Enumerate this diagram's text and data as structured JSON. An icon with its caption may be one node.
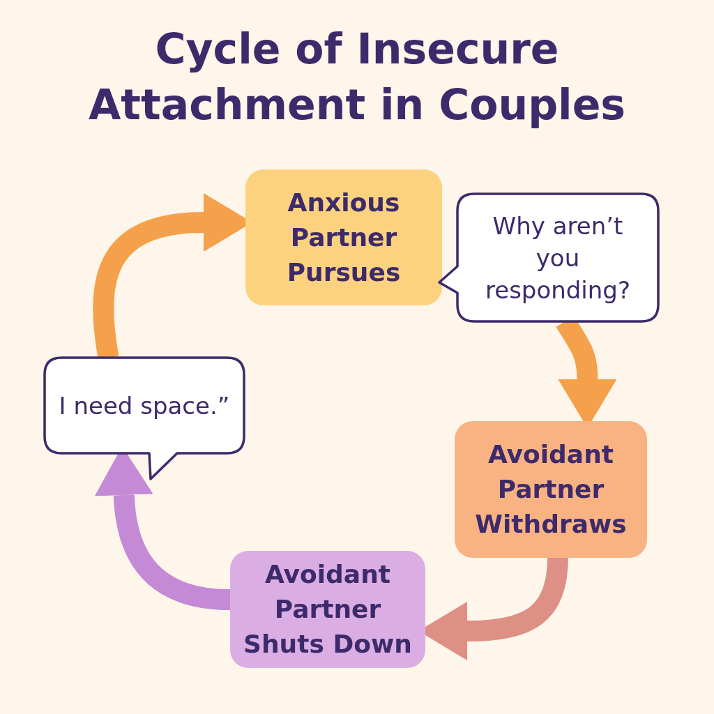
{
  "diagram": {
    "title": "Cycle of Insecure Attachment in Couples",
    "nodes": [
      {
        "text": [
          "Anxious Partner Pursues"
        ]
      },
      {
        "text": [
          "Why aren’t you responding?"
        ]
      },
      {
        "text": [
          "Avoidant Partner Withdraws"
        ]
      },
      {
        "text": [
          "Avoidant Partner Shuts Down"
        ]
      },
      {
        "text": [
          "I need space.”"
        ]
      }
    ],
    "edges": [
      {
        "from": 4,
        "to": 0,
        "arrow": "to",
        "color": "#f5a04a"
      },
      {
        "from": 1,
        "to": 2,
        "arrow": "to",
        "color": "#f5a04a"
      },
      {
        "from": 2,
        "to": 3,
        "arrow": "to",
        "color": "#de8f86"
      },
      {
        "from": 3,
        "to": 4,
        "arrow": "to",
        "color": "#c58ad6"
      }
    ]
  }
}
